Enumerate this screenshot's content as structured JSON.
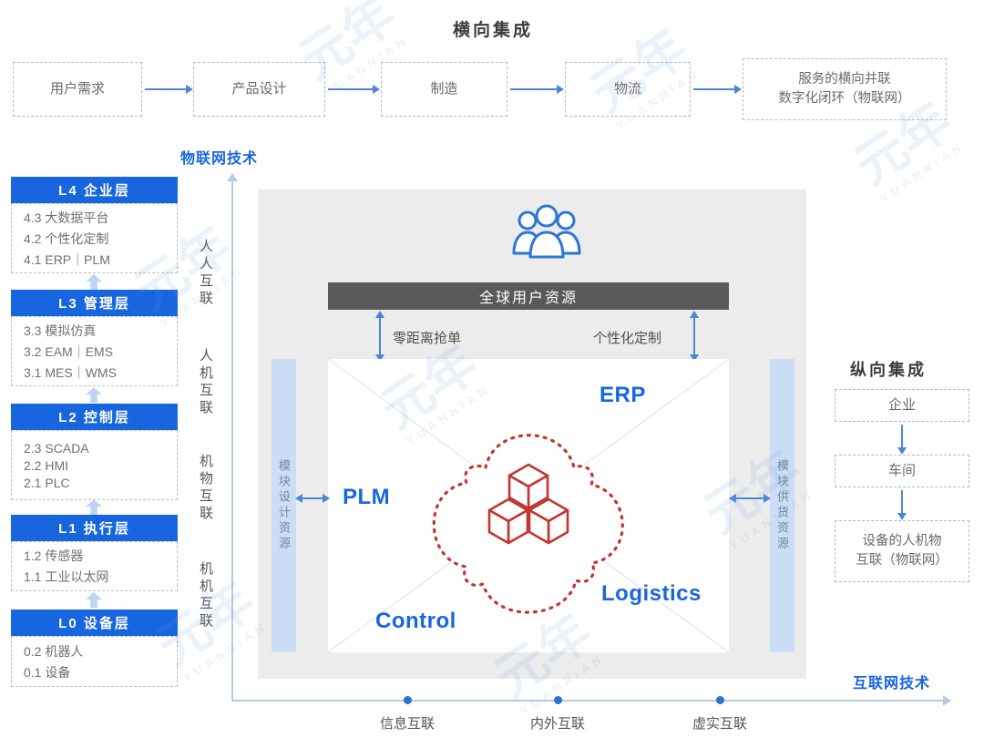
{
  "titles": {
    "horizontal_integration": "横向集成",
    "vertical_integration": "纵向集成",
    "iot_technology": "物联网技术",
    "internet_technology": "互联网技术"
  },
  "top_flow": {
    "steps": [
      {
        "label": "用户需求"
      },
      {
        "label": "产品设计"
      },
      {
        "label": "制造"
      },
      {
        "label": "物流"
      },
      {
        "label_line1": "服务的横向并联",
        "label_line2": "数字化闭环（物联网）"
      }
    ]
  },
  "layer_stack": [
    {
      "header": "L4 企业层",
      "items": [
        "4.3 大数据平台",
        "4.2 个性化定制",
        "4.1 ERP｜PLM"
      ]
    },
    {
      "header": "L3 管理层",
      "items": [
        "3.3 模拟仿真",
        "3.2 EAM｜EMS",
        "3.1 MES｜WMS"
      ]
    },
    {
      "header": "L2 控制层",
      "items": [
        "2.3 SCADA",
        "2.2 HMI",
        "2.1 PLC"
      ]
    },
    {
      "header": "L1 执行层",
      "items": [
        "1.2 传感器",
        "1.1 工业以太网"
      ]
    },
    {
      "header": "L0 设备层",
      "items": [
        "0.2 机器人",
        "0.1 设备"
      ]
    }
  ],
  "iot_axis_labels": [
    "人人互联",
    "人机互联",
    "机物互联",
    "机机互联"
  ],
  "internet_axis_labels": [
    "信息互联",
    "内外互联",
    "虚实互联"
  ],
  "center": {
    "global_user_bar": "全球用户资源",
    "left_exchange_label": "零距离抢单",
    "right_exchange_label": "个性化定制",
    "left_module_bar": "模块设计资源",
    "right_module_bar": "模块供货资源",
    "quadrants": {
      "top": "ERP",
      "left": "PLM",
      "bottom_left": "Control",
      "bottom_right": "Logistics"
    }
  },
  "vertical_flow": {
    "steps": [
      {
        "label": "企业"
      },
      {
        "label": "车间"
      },
      {
        "label_line1": "设备的人机物",
        "label_line2": "互联（物联网）"
      }
    ]
  },
  "watermark": {
    "cn": "元年",
    "en": "YUANNIAN"
  },
  "colors": {
    "primary_blue": "#1766e0",
    "arrow_blue": "#4d86d6",
    "light_blue_bar": "#cbdef5",
    "dark_bar": "#595959",
    "accent_red": "#c23531",
    "panel_gray": "#ececec",
    "axis_gray": "#b9c9de"
  }
}
